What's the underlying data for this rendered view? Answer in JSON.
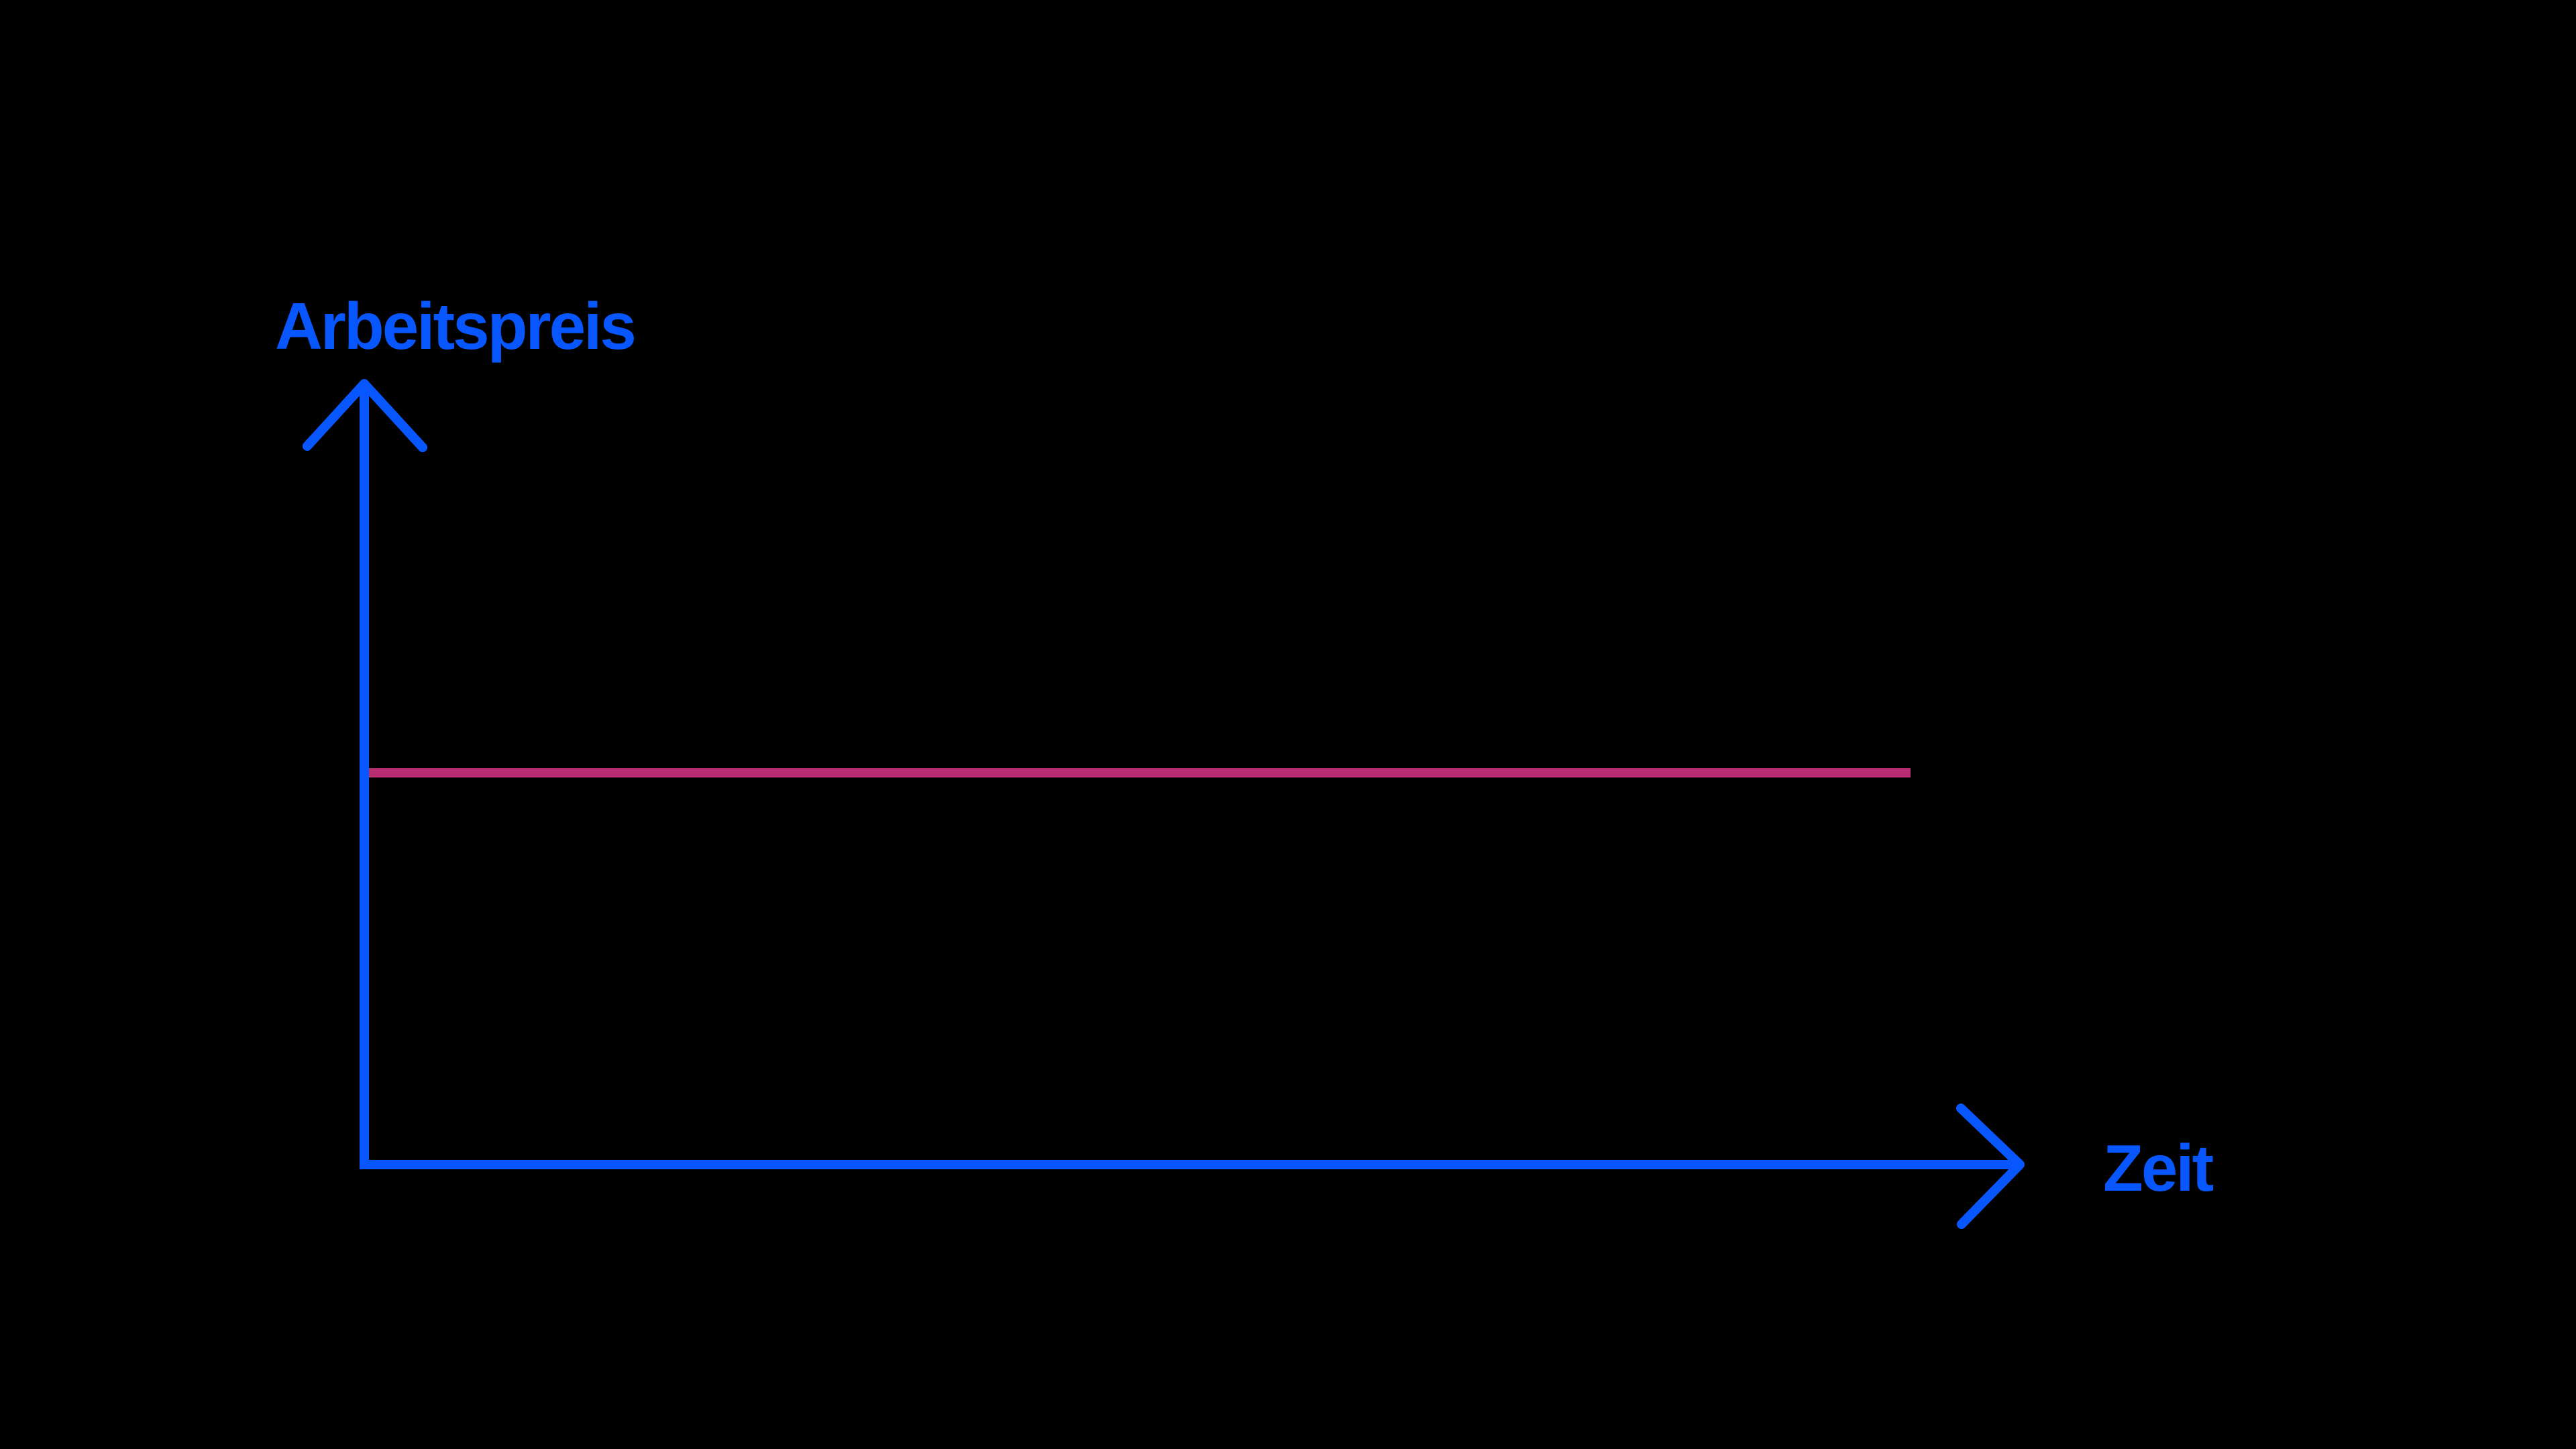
{
  "page": {
    "background": "#000000",
    "description": "Schematic tariff chart on black background: constant Arbeitspreis (energy price per unit) over time"
  },
  "colors": {
    "background": "#000000",
    "axis_blue": "#0857FE",
    "price_line_pink": "#B82E72"
  },
  "chart": {
    "y_axis_label": "Arbeitspreis",
    "x_axis_label": "Zeit"
  },
  "chart_data": {
    "type": "line",
    "title": "",
    "xlabel": "Zeit",
    "ylabel": "Arbeitspreis",
    "x_axis": {
      "label": "Zeit",
      "ticks": [],
      "style": "schematic arrow axis, no tick marks or numeric labels"
    },
    "y_axis": {
      "label": "Arbeitspreis",
      "ticks": [],
      "style": "schematic arrow axis, no tick marks or numeric labels"
    },
    "series": [
      {
        "name": "Arbeitspreis",
        "color": "#B82E72",
        "shape": "horizontal straight line (constant value over time)",
        "points_normalized": [
          {
            "x": 0.0,
            "y": 0.51
          },
          {
            "x": 0.93,
            "y": 0.51
          }
        ]
      }
    ],
    "grid": false,
    "legend": false,
    "annotations": []
  }
}
